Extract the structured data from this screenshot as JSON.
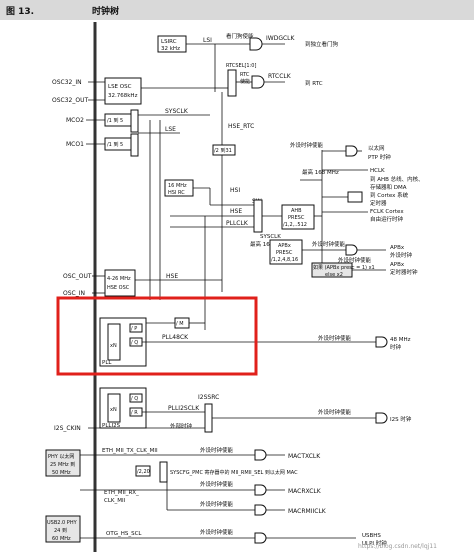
{
  "figure": {
    "number": "图 13.",
    "title": "时钟树"
  },
  "rtc": {
    "lsi_box": [
      "LSIRC",
      "32 kHz"
    ],
    "lsi_label": "LSI",
    "watchdog_enable": "看门狗使能",
    "iwdgclk": "IWDGCLK",
    "to_watchdog": "到独立看门狗",
    "rtcsel": "RTCSEL[1:0]",
    "rtc_enable": [
      "RTC",
      "使能"
    ],
    "rtcclk": "RTCCLK",
    "to_rtc": "到 RTC"
  },
  "pins": {
    "osc32_in": "OSC32_IN",
    "osc32_out": "OSC32_OUT",
    "mco2": "MCO2",
    "mco1": "MCO1",
    "osc_out": "OSC_OUT",
    "osc_in": "OSC_IN",
    "i2s_ckin": "I2S_CKIN"
  },
  "lse_osc": [
    "LSE OSC",
    "32.768kHz"
  ],
  "divider": "/1 到 5",
  "labels": {
    "sysclk": "SYSCLK",
    "lse": "LSE",
    "hse_rtc": "HSE_RTC",
    "div2_31": "/2 到31",
    "hsi": "HSI",
    "hse": "HSE",
    "pllclk": "PLLCLK",
    "sw": "SW",
    "sysclk_max": [
      "SYSCLK",
      "最高 168 MHz"
    ],
    "pll48ck": "PLL48CK",
    "plli2sclk": "PLLI2SCLK",
    "i2ssrc": "I2SSRC",
    "ext_clock": "外部时钟",
    "div_m": "/ M",
    "pll": "PLL",
    "plli2s": "PLLI2S",
    "xn": "xN",
    "p": "/ P",
    "q": "/ Q",
    "r": "/ R"
  },
  "hsi_rc": [
    "16 MHz",
    "HSI RC"
  ],
  "hse_osc": [
    "4-26 MHz",
    "HSE OSC"
  ],
  "ahb": {
    "box": [
      "AHB",
      "PRESC",
      "/1,2,..512"
    ],
    "max": "最高 168 MHz"
  },
  "apbx": {
    "box": [
      "APBx",
      "PRESC",
      "/1,2,4,8,16"
    ],
    "note": [
      "如果 (APBx presc = 1) x1",
      "else x2"
    ]
  },
  "outputs": {
    "periph_enable": "外设时钟使能",
    "ethernet_ptp": [
      "以太网",
      "PTP 时钟"
    ],
    "hclk": [
      "HCLK",
      "到 AHB 总线、内核、",
      "存储器和 DMA"
    ],
    "cortex": [
      "到 Cortex 系统",
      "定时器"
    ],
    "fclk": [
      "FCLK Cortex",
      "自由运行时钟"
    ],
    "apbx_periph": [
      "APBx",
      "外设时钟"
    ],
    "apbx_timer": [
      "APBx",
      "定时器时钟"
    ],
    "usb48": [
      "48 MHz",
      "时钟"
    ],
    "i2s_clock": "I2S 时钟"
  },
  "ethernet": {
    "phy_box": [
      "PHY 以太网",
      "25 MHz 到",
      "50 MHz"
    ],
    "tx_clk": "ETH_MII_TX_CLK_MII",
    "div_2_20": [
      "/2,20"
    ],
    "sysmsg": "SYSCFG_PMC 寄存器中的 MII_RMII_SEL 到以太网 MAC",
    "rx_clk": [
      "ETH_MII_RX_",
      "CLK_MII"
    ],
    "mactxclk": "MACTXCLK",
    "macrxclk": "MACRXCLK",
    "macrmiiclk": "MACRMIICLK"
  },
  "usb": {
    "phy_box": [
      "USB2.0 PHY",
      "24 到",
      "60 MHz"
    ],
    "otg": "OTG_HS_SCL",
    "ulpi": [
      "USBHS",
      "ULPI 时钟"
    ]
  },
  "watermark": "https://blog.csdn.net/lqj11",
  "colors": {
    "highlight": "#e0201b",
    "header": "#d9d9d9"
  }
}
